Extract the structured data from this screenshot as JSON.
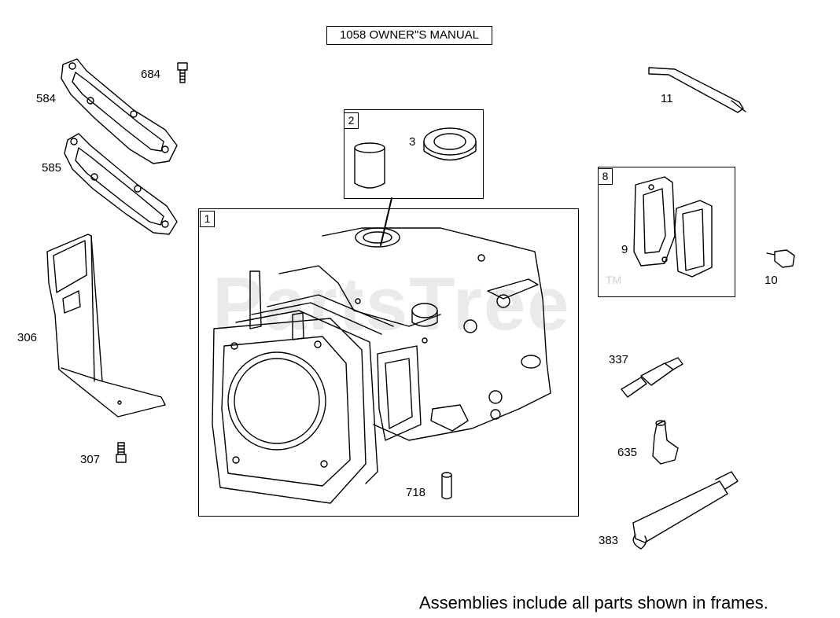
{
  "title": "1058 OWNER\"S MANUAL",
  "footer": "Assemblies include all parts shown in frames.",
  "watermark": "PartsTree",
  "watermark_tm": "TM",
  "frames": {
    "f1": "1",
    "f2": "2",
    "f8": "8"
  },
  "parts": {
    "p584": "584",
    "p585": "585",
    "p684": "684",
    "p306": "306",
    "p307": "307",
    "p3": "3",
    "p9": "9",
    "p10": "10",
    "p11": "11",
    "p337": "337",
    "p635": "635",
    "p383": "383",
    "p718": "718"
  }
}
